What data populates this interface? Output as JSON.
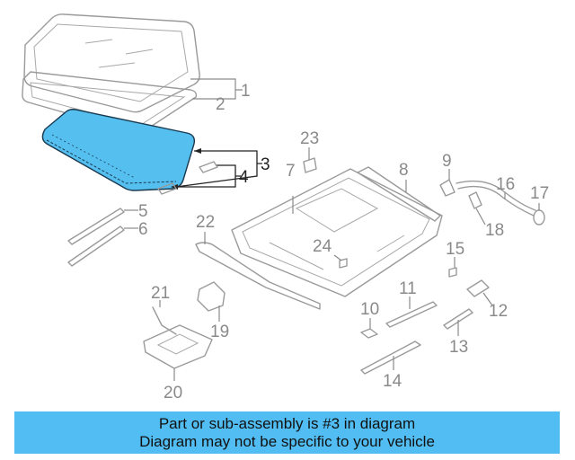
{
  "diagram": {
    "labels": {
      "p1": "1",
      "p2": "2",
      "p3": "3",
      "p4": "4",
      "p5": "5",
      "p6": "6",
      "p7": "7",
      "p8": "8",
      "p9": "9",
      "p10": "10",
      "p11": "11",
      "p12": "12",
      "p13": "13",
      "p14": "14",
      "p15": "15",
      "p16": "16",
      "p17": "17",
      "p18": "18",
      "p19": "19",
      "p20": "20",
      "p21": "21",
      "p22": "22",
      "p23": "23",
      "p24": "24"
    },
    "highlight_color": "#55bff0",
    "banner_color": "#51bdf2"
  },
  "banner": {
    "line1": "Part or sub-assembly is #3 in diagram",
    "line2": "Diagram may not be specific to your vehicle"
  }
}
